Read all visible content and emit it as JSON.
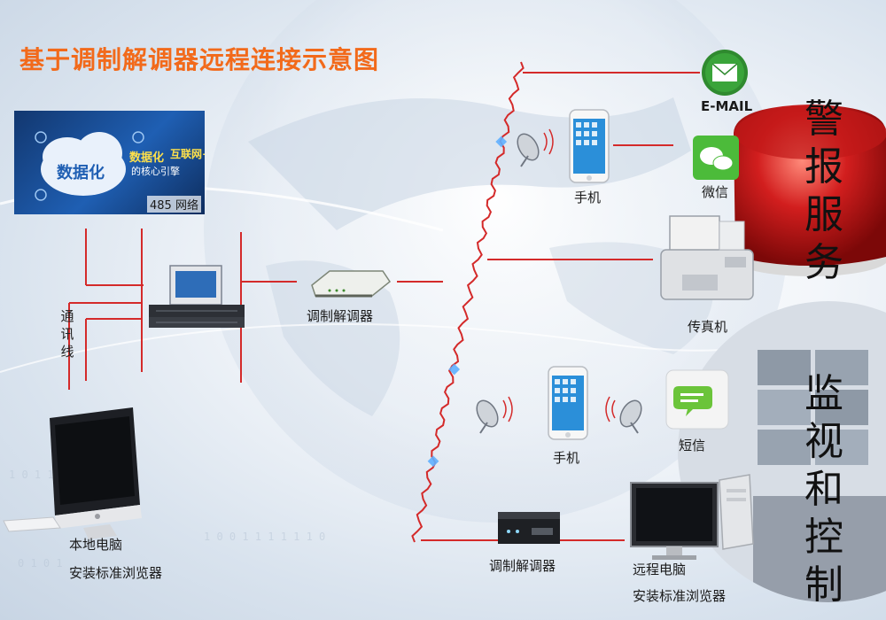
{
  "title": "基于调制解调器远程连接示意图",
  "banner": {
    "headline": "数据化",
    "tagline1": "数据化",
    "tagline2": "互联网+",
    "tagline3": "的核心引擎",
    "network_label": "485 网络"
  },
  "labels": {
    "comm_line": "通讯线",
    "modem_left": "调制解调器",
    "local_pc_line1": "本地电脑",
    "local_pc_line2": "安装标准浏览器",
    "phone_top": "手机",
    "phone_mid": "手机",
    "email": "E-MAIL",
    "wechat": "微信",
    "fax": "传真机",
    "sms": "短信",
    "modem_bottom": "调制解调器",
    "remote_pc_line1": "远程电脑",
    "remote_pc_line2": "安装标准浏览器"
  },
  "side_titles": {
    "alarm": "警报服务",
    "monitor": "监视和控制"
  },
  "colors": {
    "title": "#f26a1b",
    "link_red": "#d42a2a",
    "email_green": "#2f8a2f",
    "wechat_green": "#4cbb3a",
    "sms_green": "#6bc43a",
    "banner_blue": "#2a6fc9"
  }
}
